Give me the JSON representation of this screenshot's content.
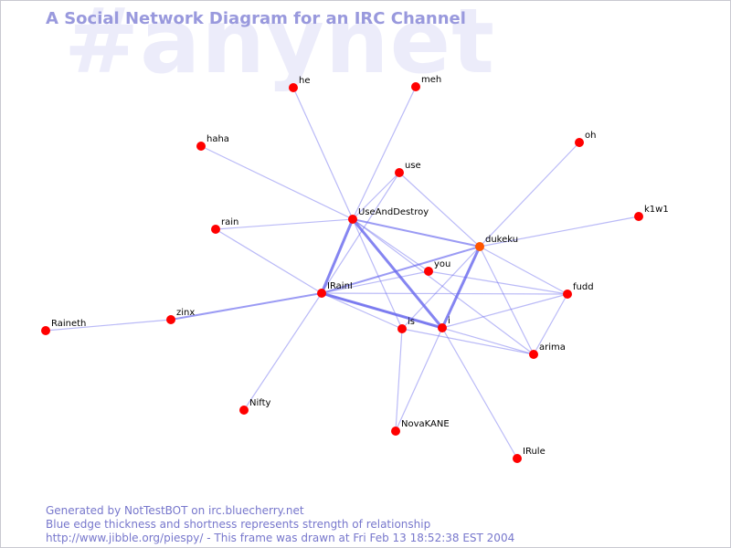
{
  "watermark": "#anynet",
  "title": "A Social Network Diagram for an IRC Channel",
  "footer": {
    "line1": "Generated by NotTestBOT on irc.bluecherry.net",
    "line2": "Blue edge thickness and shortness represents strength of relationship",
    "line3": "http://www.jibble.org/piespy/ - This frame was drawn at Fri Feb 13 18:52:38 EST 2004"
  },
  "colors": {
    "node": "#ff0000",
    "highlight_node": "#ff5500",
    "edge": "#6666ee"
  },
  "nodes": [
    {
      "id": "he",
      "label": "he"
    },
    {
      "id": "meh",
      "label": "meh"
    },
    {
      "id": "haha",
      "label": "haha"
    },
    {
      "id": "oh",
      "label": "oh"
    },
    {
      "id": "use",
      "label": "use"
    },
    {
      "id": "UseAndDestroy",
      "label": "UseAndDestroy"
    },
    {
      "id": "rain",
      "label": "rain"
    },
    {
      "id": "k1w1",
      "label": "k1w1"
    },
    {
      "id": "dukeku",
      "label": "dukeku",
      "highlight": true
    },
    {
      "id": "you",
      "label": "you"
    },
    {
      "id": "IRainI",
      "label": "IRainI"
    },
    {
      "id": "fudd",
      "label": "fudd"
    },
    {
      "id": "zinx",
      "label": "zinx"
    },
    {
      "id": "Raineth",
      "label": "Raineth"
    },
    {
      "id": "is",
      "label": "is"
    },
    {
      "id": "i",
      "label": "i"
    },
    {
      "id": "arima",
      "label": "arima"
    },
    {
      "id": "Nifty",
      "label": "Nifty"
    },
    {
      "id": "NovaKANE",
      "label": "NovaKANE"
    },
    {
      "id": "IRule",
      "label": "IRule"
    }
  ],
  "edges": [
    {
      "from": "he",
      "to": "UseAndDestroy",
      "strength": 1
    },
    {
      "from": "meh",
      "to": "UseAndDestroy",
      "strength": 1
    },
    {
      "from": "haha",
      "to": "UseAndDestroy",
      "strength": 1
    },
    {
      "from": "use",
      "to": "UseAndDestroy",
      "strength": 1
    },
    {
      "from": "use",
      "to": "dukeku",
      "strength": 1
    },
    {
      "from": "use",
      "to": "IRainI",
      "strength": 1
    },
    {
      "from": "oh",
      "to": "dukeku",
      "strength": 1
    },
    {
      "from": "k1w1",
      "to": "dukeku",
      "strength": 1
    },
    {
      "from": "rain",
      "to": "UseAndDestroy",
      "strength": 1
    },
    {
      "from": "rain",
      "to": "IRainI",
      "strength": 1
    },
    {
      "from": "UseAndDestroy",
      "to": "dukeku",
      "strength": 2
    },
    {
      "from": "UseAndDestroy",
      "to": "IRainI",
      "strength": 3
    },
    {
      "from": "UseAndDestroy",
      "to": "i",
      "strength": 3
    },
    {
      "from": "UseAndDestroy",
      "to": "is",
      "strength": 1
    },
    {
      "from": "UseAndDestroy",
      "to": "you",
      "strength": 1
    },
    {
      "from": "UseAndDestroy",
      "to": "arima",
      "strength": 1
    },
    {
      "from": "dukeku",
      "to": "IRainI",
      "strength": 2
    },
    {
      "from": "dukeku",
      "to": "i",
      "strength": 3
    },
    {
      "from": "dukeku",
      "to": "is",
      "strength": 1
    },
    {
      "from": "dukeku",
      "to": "fudd",
      "strength": 1
    },
    {
      "from": "dukeku",
      "to": "arima",
      "strength": 1
    },
    {
      "from": "you",
      "to": "IRainI",
      "strength": 1
    },
    {
      "from": "you",
      "to": "fudd",
      "strength": 1
    },
    {
      "from": "IRainI",
      "to": "i",
      "strength": 3
    },
    {
      "from": "IRainI",
      "to": "is",
      "strength": 1
    },
    {
      "from": "IRainI",
      "to": "arima",
      "strength": 1
    },
    {
      "from": "IRainI",
      "to": "zinx",
      "strength": 2
    },
    {
      "from": "IRainI",
      "to": "Nifty",
      "strength": 1
    },
    {
      "from": "IRainI",
      "to": "fudd",
      "strength": 1
    },
    {
      "from": "zinx",
      "to": "Raineth",
      "strength": 1
    },
    {
      "from": "is",
      "to": "NovaKANE",
      "strength": 1
    },
    {
      "from": "is",
      "to": "arima",
      "strength": 1
    },
    {
      "from": "i",
      "to": "NovaKANE",
      "strength": 1
    },
    {
      "from": "i",
      "to": "IRule",
      "strength": 1
    },
    {
      "from": "i",
      "to": "fudd",
      "strength": 1
    },
    {
      "from": "fudd",
      "to": "arima",
      "strength": 1
    }
  ]
}
